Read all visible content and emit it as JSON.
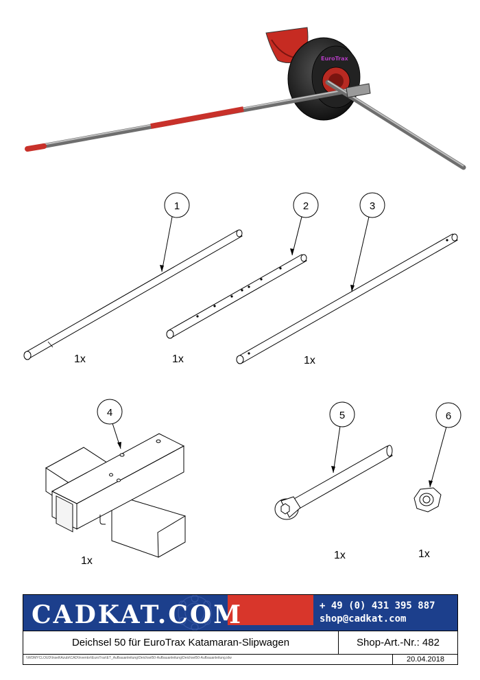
{
  "callouts": [
    "1",
    "2",
    "3",
    "4",
    "5",
    "6"
  ],
  "quantities": [
    "1x",
    "1x",
    "1x",
    "1x",
    "1x",
    "1x"
  ],
  "logo_text": "CADKAT.COM",
  "contact": {
    "phone": "+ 49 (0) 431 395 887",
    "email": "shop@cadkat.com"
  },
  "title": "Deichsel 50 für EuroTrax Katamaran-Slipwagen",
  "article_number": "Shop-Art.-Nr.: 482",
  "file_path": "\\\\WDMYCLOUD\\Inseli\\Azubi\\CAD\\Inventor\\EuroTrax\\ET_Aufbauanleitung\\Deichsel50-Aufbauanleitung\\Deichsel50-Aufbauanleitung.idw",
  "date": "20.04.2018",
  "colors": {
    "banner": "#1c3f8c",
    "accent_red": "#d8362b",
    "wheel": "#1a1a1a",
    "tube": "#8a8a8a"
  }
}
